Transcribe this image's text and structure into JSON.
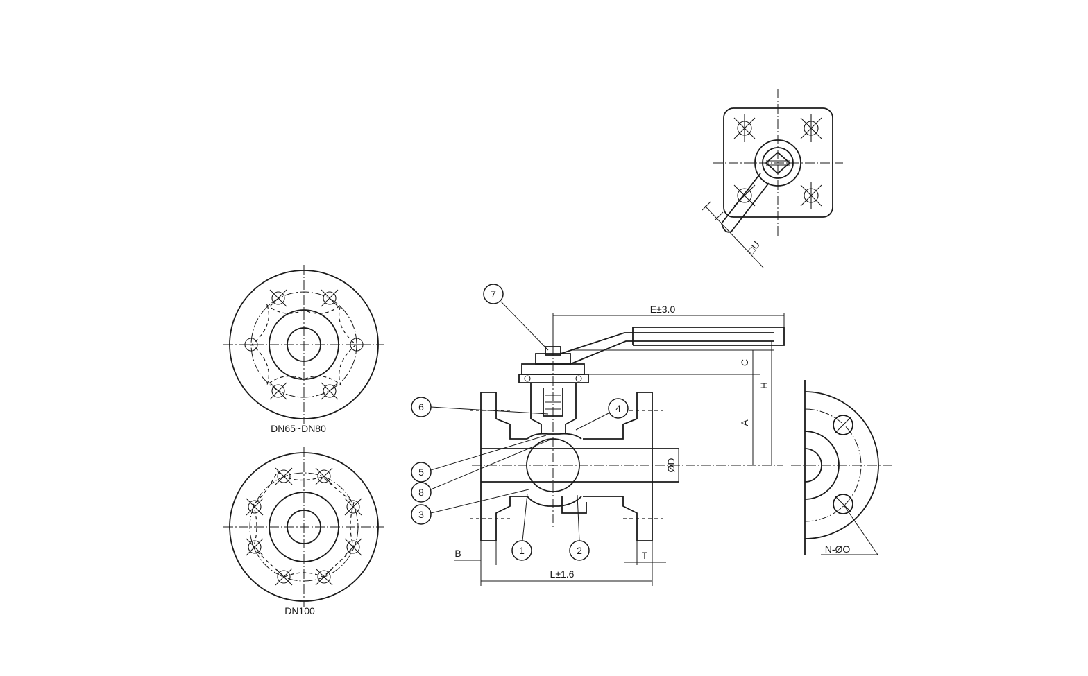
{
  "views": {
    "flange_top_label": "DN65~DN80",
    "flange_bottom_label": "DN100"
  },
  "dimensions": {
    "E": "E±3.0",
    "L": "L±1.6",
    "H": "H",
    "A": "A",
    "C": "C",
    "D": "ØD",
    "B": "B",
    "T": "T",
    "U": "□U",
    "N": "N-ØO"
  },
  "parts": [
    "1",
    "2",
    "3",
    "4",
    "5",
    "6",
    "7",
    "8"
  ]
}
